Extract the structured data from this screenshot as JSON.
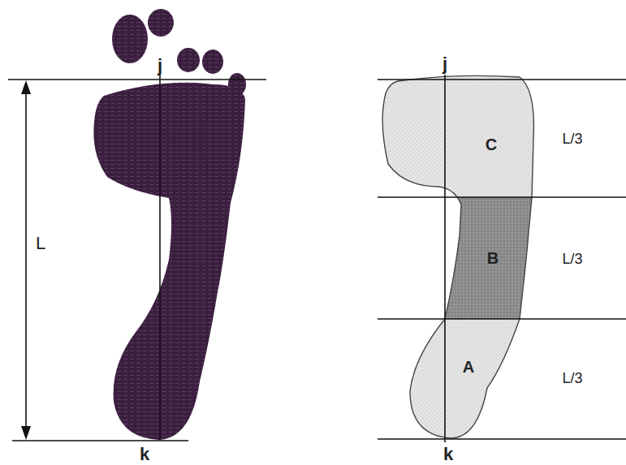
{
  "diagram": {
    "nodes": [
      {
        "text": [
          "C"
        ]
      },
      {
        "text": [
          "B"
        ]
      },
      {
        "text": [
          "A"
        ]
      }
    ],
    "labels": [
      "j",
      "L",
      "k",
      "j",
      "k",
      "L/3",
      "L/3",
      "L/3"
    ]
  }
}
